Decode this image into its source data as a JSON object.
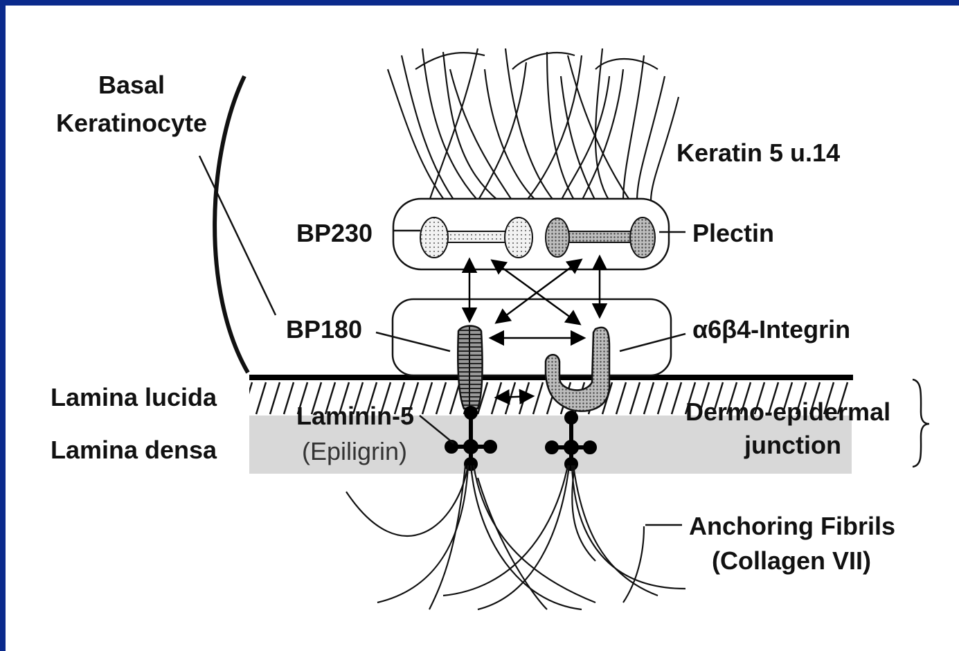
{
  "colors": {
    "border": "#0a2a8c",
    "background": "#ffffff",
    "lamina_densa": "#d8d8d8",
    "ink": "#111111"
  },
  "labels": {
    "basal_keratinocyte_line1": "Basal",
    "basal_keratinocyte_line2": "Keratinocyte",
    "keratin": "Keratin 5 u.14",
    "bp230": "BP230",
    "plectin": "Plectin",
    "bp180": "BP180",
    "integrin": "α6β4-Integrin",
    "lamina_lucida": "Lamina lucida",
    "lamina_densa": "Lamina densa",
    "laminin": "Laminin-5",
    "epiligrin": "(Epiligrin)",
    "dej_line1": "Dermo-epidermal",
    "dej_line2": "junction",
    "anchoring_fibrils": "Anchoring Fibrils",
    "collagen": "(Collagen VII)"
  }
}
